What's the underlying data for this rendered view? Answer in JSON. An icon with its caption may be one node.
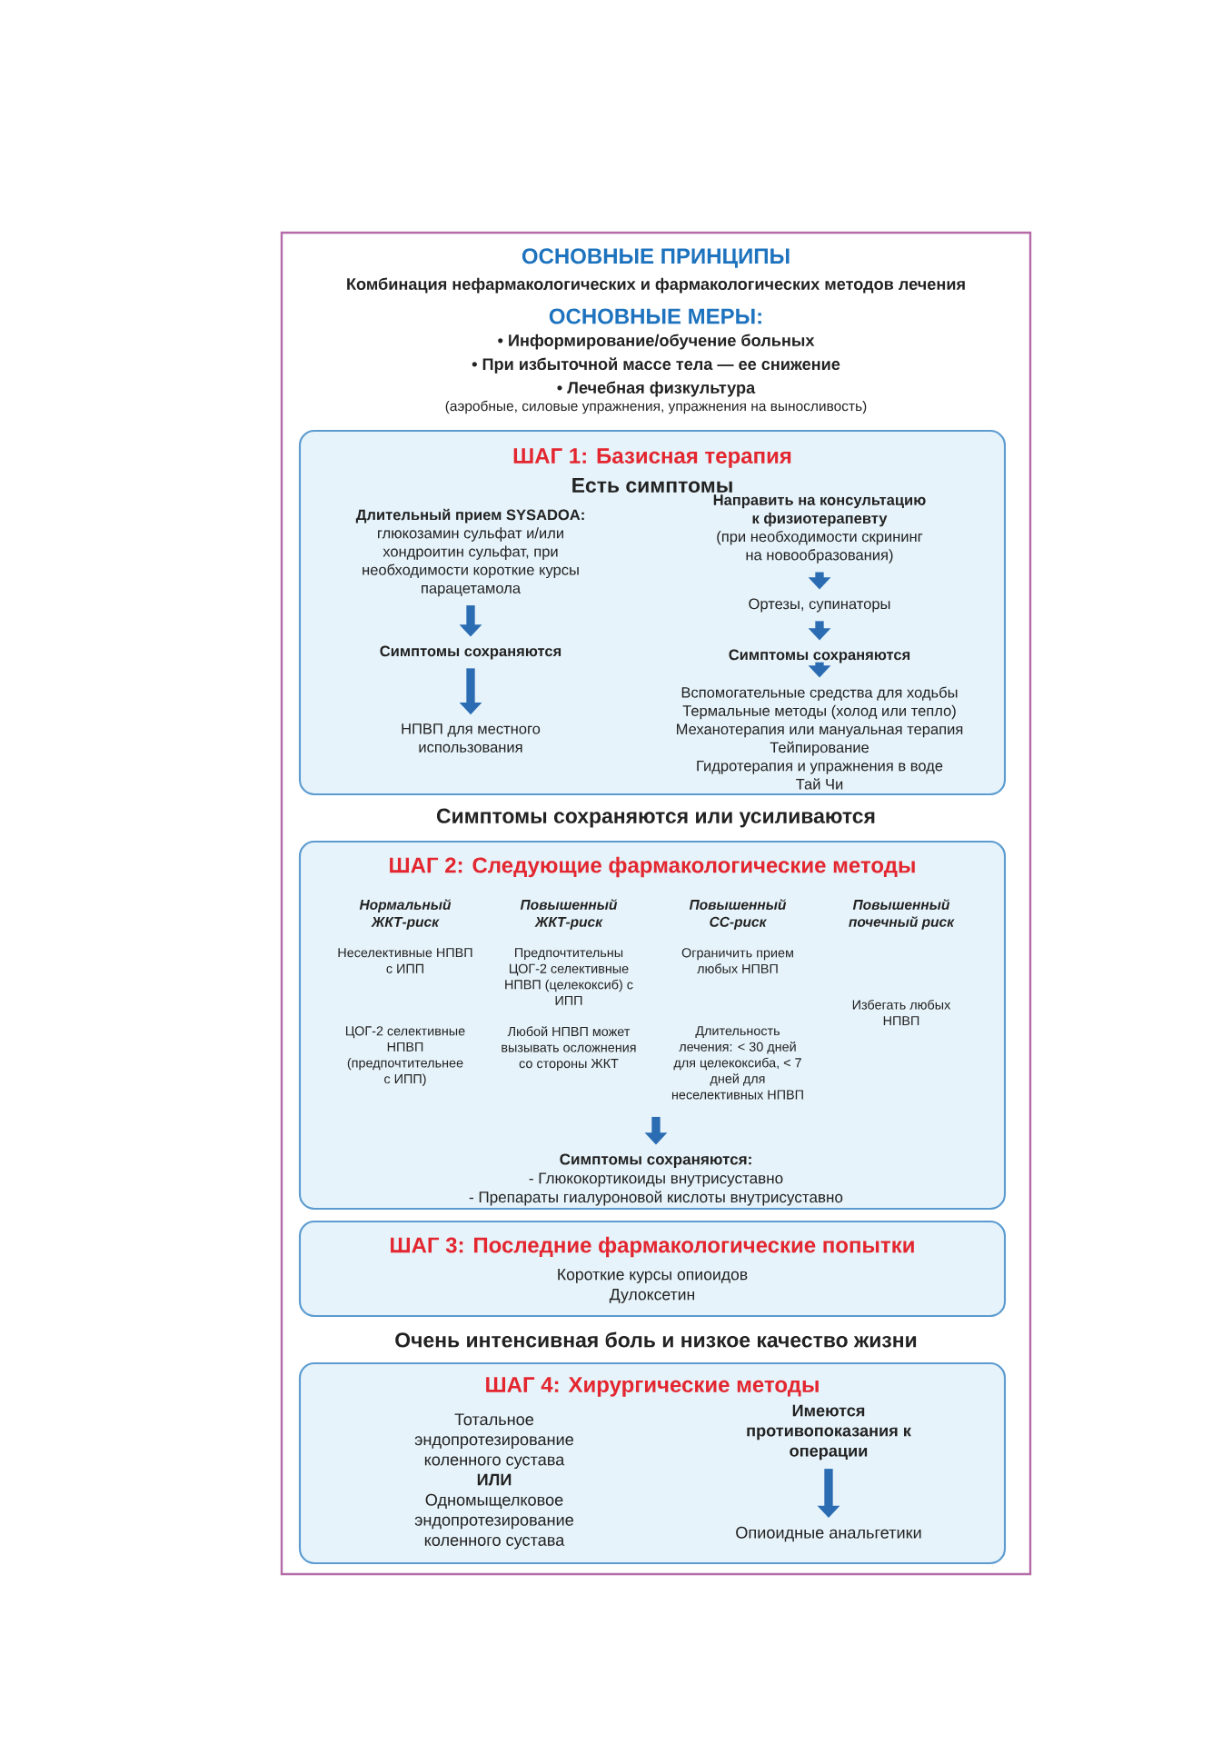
{
  "diagram": {
    "title": "ОСНОВНЫЕ ПРИНЦИПЫ",
    "nodes": [
      {
        "text": [
          "ШАГ 1: Базисная терапия",
          "Есть симптомы"
        ]
      },
      {
        "text": [
          "Длительный прием SYSADOA:",
          "глюкозамин сульфат и/или хондроитин сульфат, при необходимости короткие курсы парацетамола"
        ],
        "in": 0
      },
      {
        "text": [
          "Симптомы сохраняются"
        ],
        "in": 0
      },
      {
        "text": [
          "НПВП для местного использования"
        ],
        "in": 0
      },
      {
        "text": [
          "Направить на консультацию к физиотерапевту",
          "(при необходимости скрининг на новообразования)"
        ],
        "in": 0
      },
      {
        "text": [
          "Ортезы, супинаторы"
        ],
        "in": 0
      },
      {
        "text": [
          "Симптомы сохраняются"
        ],
        "in": 0
      },
      {
        "text": [
          "Вспомогательные средства для ходьбы",
          "Термальные методы (холод или тепло)",
          "Механотерапия или мануальная терапия",
          "Тейпирование",
          "Гидротерапия и упражнения в воде",
          "Тай Чи"
        ],
        "in": 0
      },
      {
        "text": [
          "ШАГ 2: Следующие фармакологические методы"
        ]
      },
      {
        "text": [
          "Симптомы сохраняются:",
          "- Глюкокортикоиды внутрисуставно",
          "- Препараты гиалуроновой кислоты внутрисуставно"
        ],
        "in": 8
      },
      {
        "text": [
          "ШАГ 3: Последние фармакологические попытки",
          "Короткие курсы опиоидов",
          "Дулоксетин"
        ]
      },
      {
        "text": [
          "ШАГ 4: Хирургические методы"
        ]
      },
      {
        "text": [
          "Тотальное эндопротезирование коленного сустава",
          "ИЛИ",
          "Одномыщелковое эндопротезирование коленного сустава"
        ],
        "in": 11
      },
      {
        "text": [
          "Имеются противопоказания к операции"
        ],
        "in": 11
      },
      {
        "text": [
          "Опиоидные анальгетики"
        ],
        "in": 11
      }
    ],
    "edges": [
      {
        "from": 1,
        "to": 2,
        "arrow": "to"
      },
      {
        "from": 2,
        "to": 3,
        "arrow": "to"
      },
      {
        "from": 4,
        "to": 5,
        "arrow": "to"
      },
      {
        "from": 5,
        "to": 6,
        "arrow": "to"
      },
      {
        "from": 6,
        "to": 7,
        "arrow": "to"
      },
      {
        "from": null,
        "to": 9,
        "arrow": "to"
      },
      {
        "from": 13,
        "to": 14,
        "arrow": "to"
      }
    ],
    "labels": [
      "Комбинация нефармакологических и фармакологических методов лечения",
      "ОСНОВНЫЕ МЕРЫ:",
      "• Информирование/обучение больных",
      "• При избыточной массе тела — ее снижение",
      "• Лечебная физкультура",
      "(аэробные, силовые упражнения, упражнения на выносливость)",
      "Симптомы сохраняются или усиливаются",
      "Нормальный ЖКТ-риск",
      "Повышенный ЖКТ-риск",
      "Повышенный СС-риск",
      "Повышенный почечный риск",
      "Неселективные НПВП с ИПП",
      "Предпочтительны ЦОГ-2 селективные НПВП (целекоксиб) с ИПП",
      "Ограничить прием любых НПВП",
      "Избегать любых НПВП",
      "ЦОГ-2 селективные НПВП (предпочтительнее с ИПП)",
      "Любой НПВП может вызывать осложнения со стороны ЖКТ",
      "Длительность лечения: < 30 дней для целекоксиба, < 7 дней для неселективных НПВП",
      "Очень интенсивная боль и низкое качество жизни"
    ]
  }
}
